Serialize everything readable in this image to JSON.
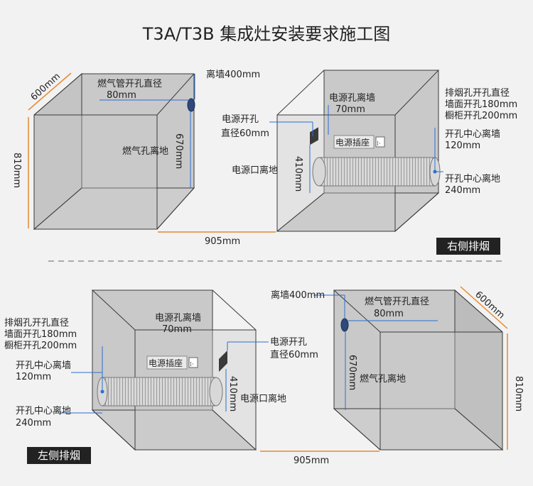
{
  "title": "T3A/T3B 集成灶安装要求施工图",
  "colors": {
    "cabinet_fill": "#c9c9c9",
    "cabinet_side": "#bcbcbc",
    "edge": "#3a3a3a",
    "orange_dim": "#e58a2e",
    "blue_leader": "#2a6fd1",
    "badge_bg": "#222222",
    "badge_text": "#ffffff"
  },
  "top_left": {
    "gas_pipe_label_line1": "燃气管开孔直径",
    "gas_pipe_label_line2": "80mm",
    "wall_distance": "离墙400mm",
    "gas_height_label": "燃气孔离地",
    "height_670": "670mm",
    "depth": "600mm",
    "height": "810mm"
  },
  "top_right": {
    "power_hole_wall_line1": "电源孔离墙",
    "power_hole_wall_line2": "70mm",
    "power_hole_line1": "电源开孔",
    "power_hole_line2": "直径60mm",
    "socket_label": "电源插座",
    "socket_icon": "socket-icon",
    "height_410": "410mm",
    "power_ground_label": "电源口离地",
    "exhaust_line1": "排烟孔开孔直径",
    "exhaust_line2": "墙面开孔180mm",
    "exhaust_line3": "橱柜开孔200mm",
    "center_wall_line1": "开孔中心离墙",
    "center_wall_line2": "120mm",
    "center_ground_line1": "开孔中心离地",
    "center_ground_line2": "240mm",
    "width": "905mm",
    "badge": "右侧排烟"
  },
  "bottom_left": {
    "exhaust_line1": "排烟孔开孔直径",
    "exhaust_line2": "墙面开孔180mm",
    "exhaust_line3": "橱柜开孔200mm",
    "center_wall_line1": "开孔中心离墙",
    "center_wall_line2": "120mm",
    "center_ground_line1": "开孔中心离地",
    "center_ground_line2": "240mm",
    "power_hole_wall_line1": "电源孔离墙",
    "power_hole_wall_line2": "70mm",
    "socket_label": "电源插座",
    "socket_icon": "socket-icon",
    "power_hole_line1": "电源开孔",
    "power_hole_line2": "直径60mm",
    "height_410": "410mm",
    "power_ground_label": "电源口离地",
    "badge": "左侧排烟"
  },
  "bottom_right": {
    "wall_distance": "离墙400mm",
    "gas_pipe_label_line1": "燃气管开孔直径",
    "gas_pipe_label_line2": "80mm",
    "height_670": "670mm",
    "gas_height_label": "燃气孔离地",
    "depth": "600mm",
    "height": "810mm",
    "width": "905mm"
  }
}
